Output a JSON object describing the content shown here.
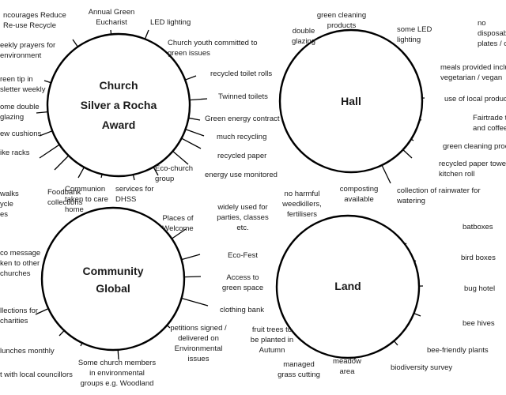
{
  "hubs": [
    {
      "id": "church",
      "title": [
        "Church",
        "Silver a Rocha",
        "Award"
      ],
      "labels": [
        {
          "text": "Annual Green|Eucharist"
        },
        {
          "text": "LED lighting"
        },
        {
          "text": "Church youth committed to|green issues"
        },
        {
          "text": "recycled toilet rolls"
        },
        {
          "text": "Twinned toilets"
        },
        {
          "text": "Green energy contract"
        },
        {
          "text": "much recycling"
        },
        {
          "text": "recycled paper"
        },
        {
          "text": "energy use monitored"
        },
        {
          "text": "Eco-church|group"
        },
        {
          "text": "services for|DHSS"
        },
        {
          "text": "Communion|taken to care|home"
        },
        {
          "text": "Foodbank|collections"
        },
        {
          "text": "walks|ycle|es"
        },
        {
          "text": "ike racks"
        },
        {
          "text": "ew cushions"
        },
        {
          "text": "ome double|glazing"
        },
        {
          "text": "reen tip in|sletter weekly"
        },
        {
          "text": "eekly prayers for|environment"
        },
        {
          "text": "ncourages Reduce|Re-use Recycle"
        }
      ]
    },
    {
      "id": "hall",
      "title": [
        "Hall"
      ],
      "labels": [
        {
          "text": "green cleaning|products"
        },
        {
          "text": "some LED|lighting"
        },
        {
          "text": "no|disposable|plates / cups"
        },
        {
          "text": "meals provided inclu|vegetarian / vegan"
        },
        {
          "text": "use of local produc"
        },
        {
          "text": "Fairtrade tea|and coffee"
        },
        {
          "text": "green cleaning proc"
        },
        {
          "text": "recycled paper towe|kitchen roll"
        },
        {
          "text": "collection of rainwater for|watering"
        },
        {
          "text": "composting|available"
        },
        {
          "text": "no harmful|weedkillers,|fertilisers"
        },
        {
          "text": "double|glazing"
        }
      ]
    },
    {
      "id": "community",
      "title": [
        "Community",
        "Global"
      ],
      "labels": [
        {
          "text": "Places of|Welcome"
        },
        {
          "text": "widely used for|parties, classes|etc."
        },
        {
          "text": "Eco-Fest"
        },
        {
          "text": "Access to|green space"
        },
        {
          "text": "clothing bank"
        },
        {
          "text": "petitions signed /|delivered on|Environmental|issues"
        },
        {
          "text": "Some church members|in environmental|groups e.g. Woodland"
        },
        {
          "text": "t with local councillors"
        },
        {
          "text": "lunches monthly"
        },
        {
          "text": "llections for|charities"
        },
        {
          "text": "co message|ken to other|churches"
        }
      ]
    },
    {
      "id": "land",
      "title": [
        "Land"
      ],
      "labels": [
        {
          "text": "batboxes"
        },
        {
          "text": "bird boxes"
        },
        {
          "text": "bug hotel"
        },
        {
          "text": "bee hives"
        },
        {
          "text": "bee-friendly plants"
        },
        {
          "text": "biodiversity survey"
        },
        {
          "text": "meadow|area"
        },
        {
          "text": "managed|grass cutting"
        },
        {
          "text": "fruit trees to|be planted in|Autumn"
        }
      ]
    }
  ]
}
